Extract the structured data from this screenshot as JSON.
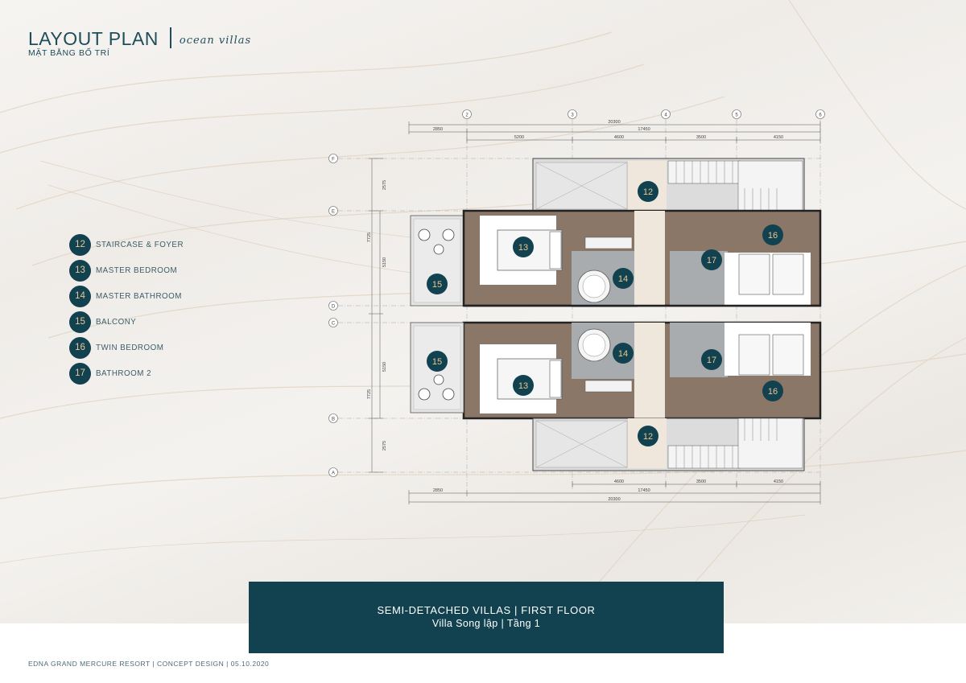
{
  "header": {
    "title": "LAYOUT PLAN",
    "script_title": "ocean villas",
    "subtitle": "MẶT BẰNG BỐ TRÍ"
  },
  "legend": [
    {
      "number": "12",
      "label": "STAIRCASE & FOYER"
    },
    {
      "number": "13",
      "label": "MASTER BEDROOM"
    },
    {
      "number": "14",
      "label": "MASTER BATHROOM"
    },
    {
      "number": "15",
      "label": "BALCONY"
    },
    {
      "number": "16",
      "label": "TWIN BEDROOM"
    },
    {
      "number": "17",
      "label": "BATHROOM 2"
    }
  ],
  "plan": {
    "grid_columns": [
      "2",
      "3",
      "4",
      "5",
      "6"
    ],
    "grid_rows": [
      "F",
      "E",
      "D",
      "C",
      "B",
      "A"
    ],
    "dims_top_total": "20300",
    "dims_top_row2": [
      "2850",
      "17450"
    ],
    "dims_top_row3": [
      "5200",
      "4600",
      "3500",
      "4150"
    ],
    "dims_bottom_row1": [
      "4600",
      "3500",
      "4150"
    ],
    "dims_bottom_row2": [
      "2850",
      "17450"
    ],
    "dims_bottom_total": "20300",
    "dims_left": [
      "2575",
      "7725",
      "5150",
      "5150",
      "7725",
      "2575"
    ],
    "room_badges": {
      "upper": [
        "12",
        "13",
        "14",
        "15",
        "16",
        "17"
      ],
      "lower": [
        "12",
        "13",
        "14",
        "15",
        "16",
        "17"
      ]
    }
  },
  "caption": {
    "line1": "SEMI-DETACHED VILLAS | FIRST FLOOR",
    "line2": "Villa Song lập | Tầng 1"
  },
  "footer": "EDNA GRAND MERCURE RESORT | CONCEPT DESIGN | 05.10.2020",
  "colors": {
    "accent": "#12414f",
    "badge_text": "#e9c793",
    "floor_wood": "#8a7768",
    "floor_grey": "#b9bcbd"
  }
}
